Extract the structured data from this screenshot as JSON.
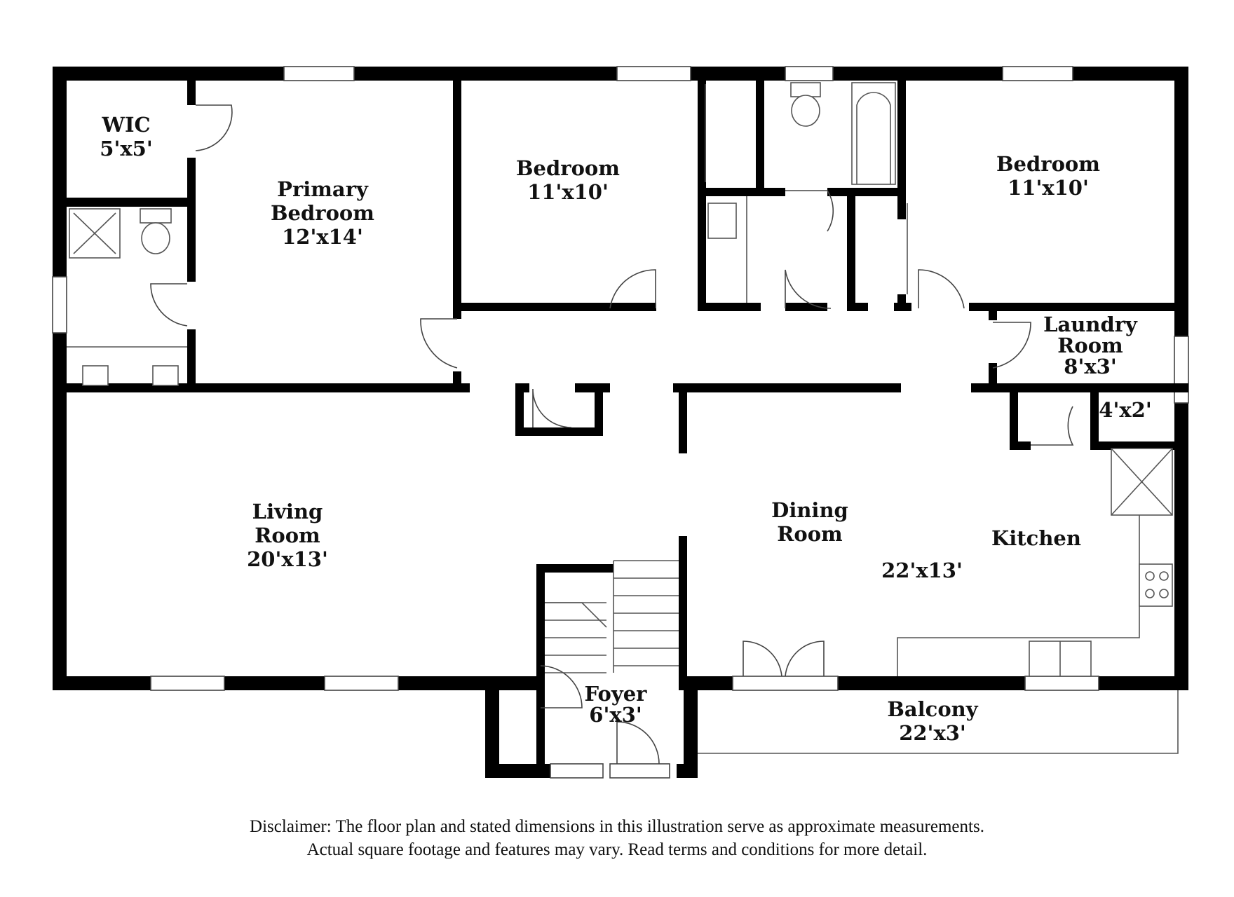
{
  "plan": {
    "rooms": [
      {
        "id": "wic",
        "name": "WIC",
        "size": "5'x5'"
      },
      {
        "id": "primary-bedroom",
        "name_line1": "Primary",
        "name_line2": "Bedroom",
        "size": "12'x14'"
      },
      {
        "id": "bedroom-2",
        "name": "Bedroom",
        "size": "11'x10'"
      },
      {
        "id": "bedroom-3",
        "name": "Bedroom",
        "size": "11'x10'"
      },
      {
        "id": "laundry-room",
        "name_line1": "Laundry",
        "name_line2": "Room",
        "size": "8'x3'"
      },
      {
        "id": "closet-4x2",
        "size": "4'x2'"
      },
      {
        "id": "living-room",
        "name_line1": "Living",
        "name_line2": "Room",
        "size": "20'x13'"
      },
      {
        "id": "dining-room",
        "name_line1": "Dining",
        "name_line2": "Room"
      },
      {
        "id": "kitchen",
        "name": "Kitchen",
        "size": "22'x13'"
      },
      {
        "id": "foyer",
        "name": "Foyer",
        "size": "6'x3'"
      },
      {
        "id": "balcony",
        "name": "Balcony",
        "size": "22'x3'"
      }
    ]
  },
  "disclaimer": {
    "line1": "Disclaimer: The floor plan and stated dimensions in this illustration serve as approximate measurements.",
    "line2": "Actual square footage and features may vary. Read terms and conditions for more detail."
  }
}
